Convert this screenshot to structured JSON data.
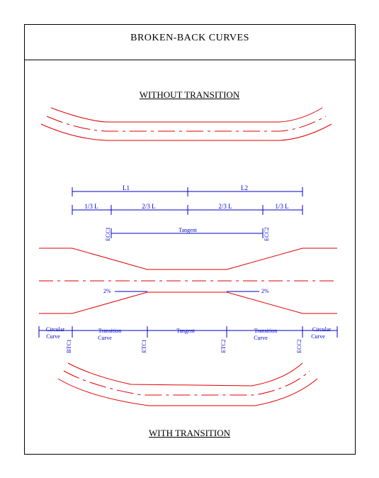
{
  "title": "BROKEN-BACK CURVES",
  "without_transition": "WITHOUT TRANSITION",
  "with_transition": "WITH TRANSITION",
  "dimensions": {
    "top": [
      "L1",
      "L2"
    ],
    "bottom": [
      "1/3 L",
      "2/3 L",
      "2/3 L",
      "1/3 L"
    ]
  },
  "profile": {
    "ecc_left": "ECC1",
    "ecc_right": "ECC2",
    "tangent_label": "Tangent",
    "slope_left": "2%",
    "slope_right": "2%"
  },
  "segments": {
    "circular_left": [
      "Circular",
      "Curve"
    ],
    "transition_left": [
      "Transition",
      "Curve"
    ],
    "tangent": "Tangent",
    "transition_right": [
      "Transition",
      "Curve"
    ],
    "circular_right": [
      "Circular",
      "Curve"
    ]
  },
  "points": {
    "btc1": "BTC1",
    "etc1": "ETC1",
    "etc2": "ETC2",
    "ecc2": "ECC2"
  },
  "colors": {
    "road": "#e00000",
    "dimension": "#0000cc",
    "frame": "#000000"
  }
}
